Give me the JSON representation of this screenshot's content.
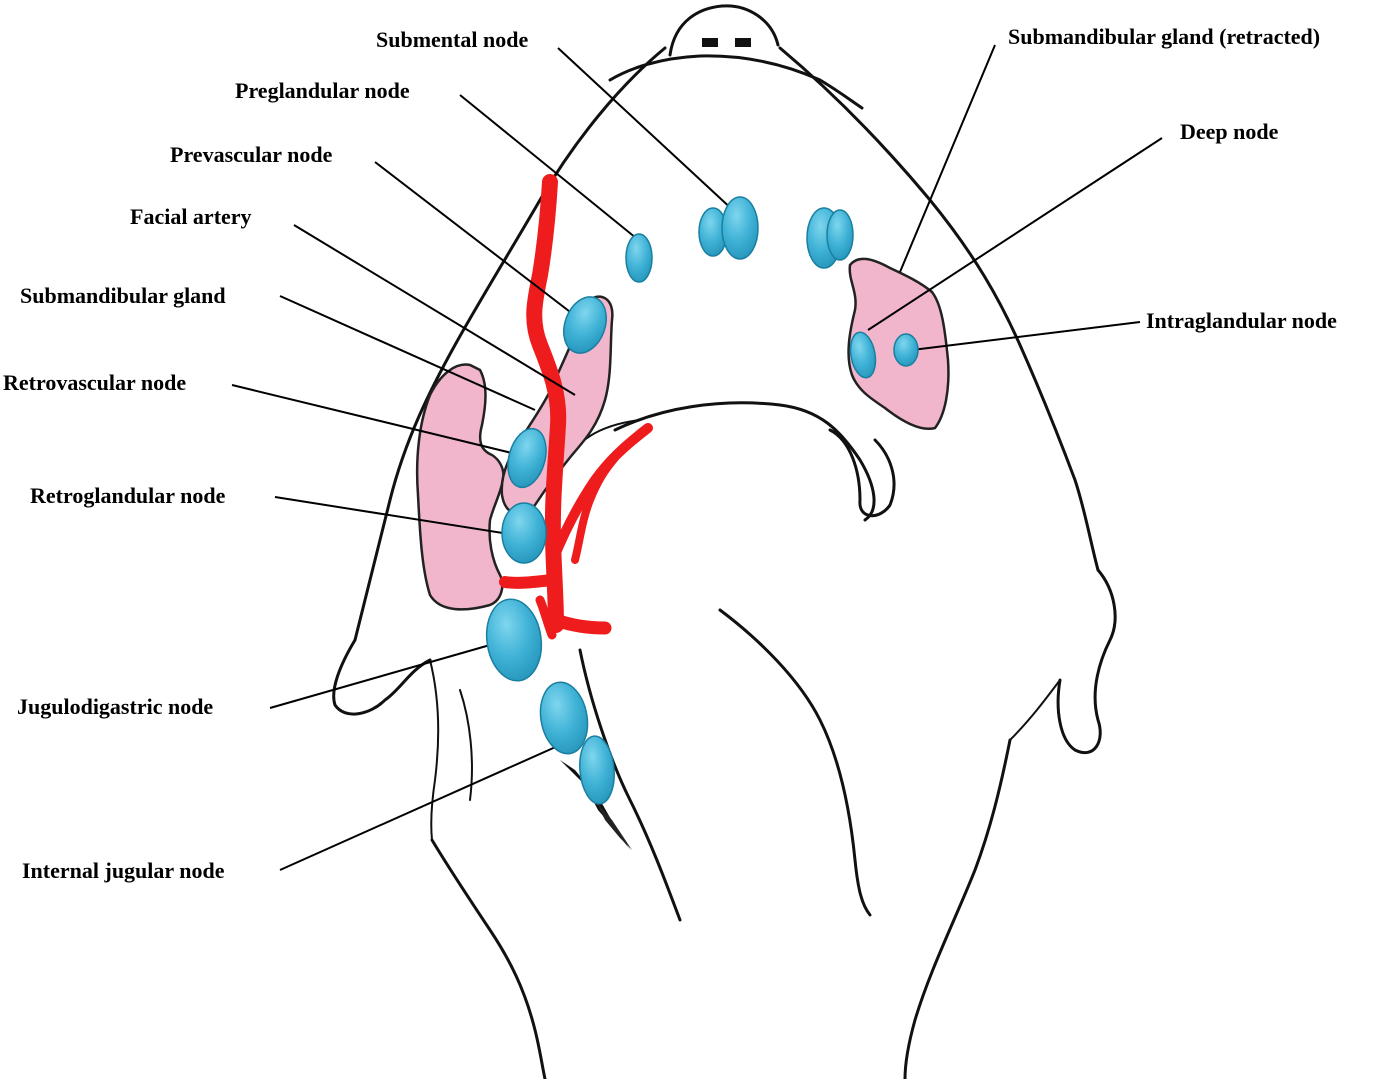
{
  "colors": {
    "node": "#3fb2d6",
    "node_shadow": "#1c7f9e",
    "gland": "#f2b6cc",
    "artery": "#ee1c1c",
    "outline": "#111111"
  },
  "labels": {
    "submental_node": "Submental node",
    "preglandular_node": "Preglandular node",
    "prevascular_node": "Prevascular node",
    "facial_artery": "Facial artery",
    "submandibular_gland": "Submandibular gland",
    "retrovascular_node": "Retrovascular node",
    "retroglandular_node": "Retroglandular node",
    "jugulodigastric_node": "Jugulodigastric node",
    "internal_jugular_node": "Internal jugular node",
    "submandibular_gland_retracted": "Submandibular gland (retracted)",
    "deep_node": "Deep node",
    "intraglandular_node": "Intraglandular node"
  }
}
